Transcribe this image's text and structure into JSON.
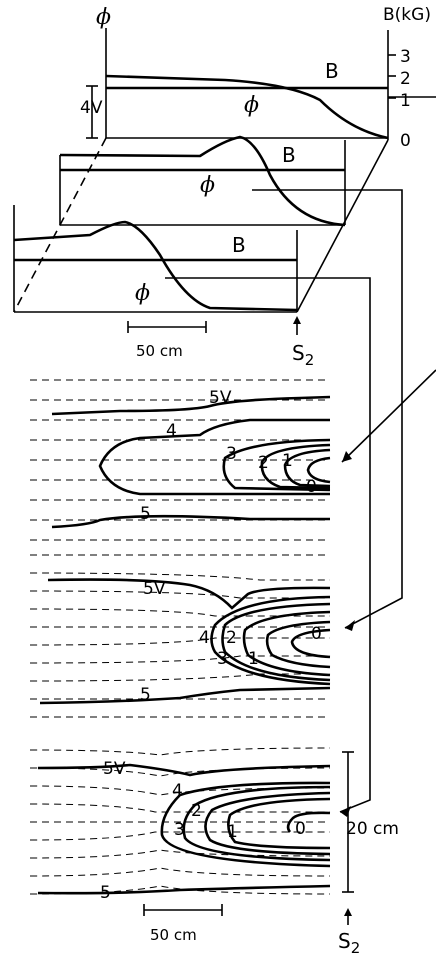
{
  "perspective": {
    "phi_axis_label": "ϕ",
    "b_axis_label": "B(kG)",
    "b_ticks": [
      "3",
      "2",
      "1",
      "0"
    ],
    "scale_4v": "4V",
    "curves": [
      {
        "b_label": "B",
        "phi_label": "ϕ"
      },
      {
        "b_label": "B",
        "phi_label": "ϕ"
      },
      {
        "b_label": "B",
        "phi_label": "ϕ"
      }
    ],
    "scalebar_label": "50 cm",
    "s2_label": "S",
    "s2_sub": "2"
  },
  "contour_panels": [
    {
      "labels": [
        "5V",
        "4",
        "3",
        "2",
        "1",
        "0",
        "5"
      ]
    },
    {
      "labels": [
        "5V",
        "4",
        "2",
        "3",
        "1",
        "0",
        "5"
      ]
    },
    {
      "labels": [
        "5V",
        "4",
        "2",
        "3",
        "1",
        "0",
        "5"
      ]
    }
  ],
  "bottom": {
    "width_label": "20 cm",
    "scalebar_label": "50 cm",
    "s2_label": "S",
    "s2_sub": "2"
  }
}
